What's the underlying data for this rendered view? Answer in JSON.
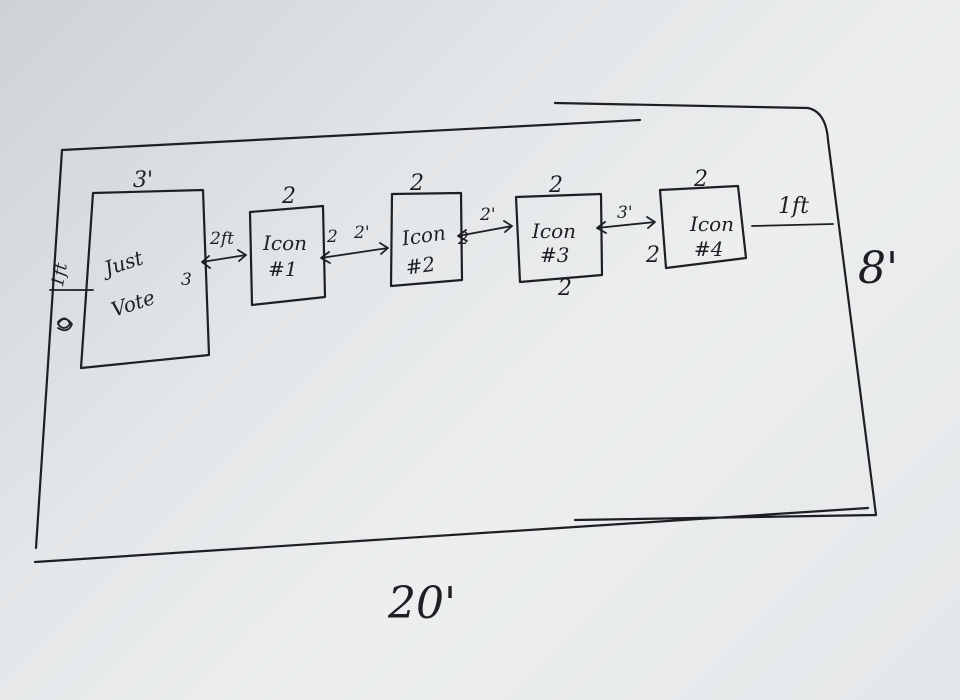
{
  "colors": {
    "paper": "#e6e9eb",
    "ink": "#1d1f22"
  },
  "room": {
    "width_label": "20'",
    "height_label": "8'",
    "corner_label": "1ft"
  },
  "left_margin": {
    "label": "1ft"
  },
  "boxes": [
    {
      "id": "just-vote",
      "line1": "Just",
      "line2": "Vote",
      "top_label": "3'",
      "side_label": "3"
    },
    {
      "id": "icon-1",
      "line1": "Icon",
      "line2": "#1",
      "top_label": "2",
      "side_label": "2"
    },
    {
      "id": "icon-2",
      "line1": "Icon",
      "line2": "#2",
      "top_label": "2",
      "side_label": "2"
    },
    {
      "id": "icon-3",
      "line1": "Icon",
      "line2": "#3",
      "top_label": "2",
      "bottom_label": "2"
    },
    {
      "id": "icon-4",
      "line1": "Icon",
      "line2": "#4",
      "top_label": "2",
      "side_label": "2"
    }
  ],
  "gaps": [
    {
      "label": "2ft"
    },
    {
      "label": "2'"
    },
    {
      "label": "2'"
    },
    {
      "label": "3'"
    }
  ]
}
